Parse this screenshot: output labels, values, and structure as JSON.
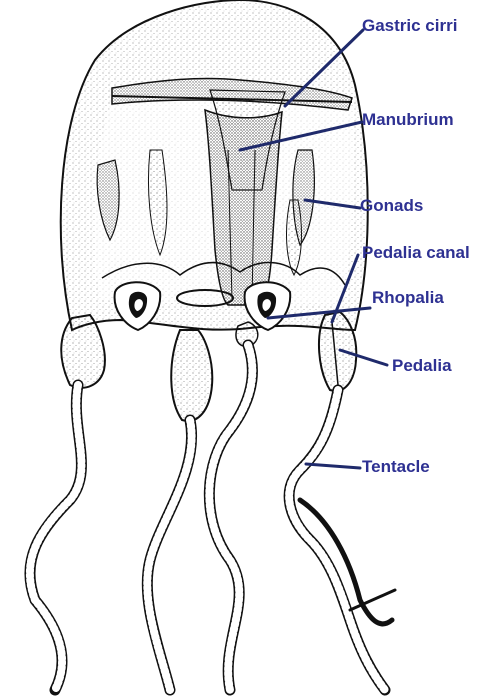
{
  "colors": {
    "label": "#2E3192",
    "leader": "#1F2A6B",
    "ink": "#111111",
    "background": "#ffffff"
  },
  "labels": {
    "gastric_cirri": "Gastric cirri",
    "manubrium": "Manubrium",
    "gonads": "Gonads",
    "pedalia_canal": "Pedalia canal",
    "rhopalia": "Rhopalia",
    "pedalia": "Pedalia",
    "tentacle": "Tentacle"
  }
}
